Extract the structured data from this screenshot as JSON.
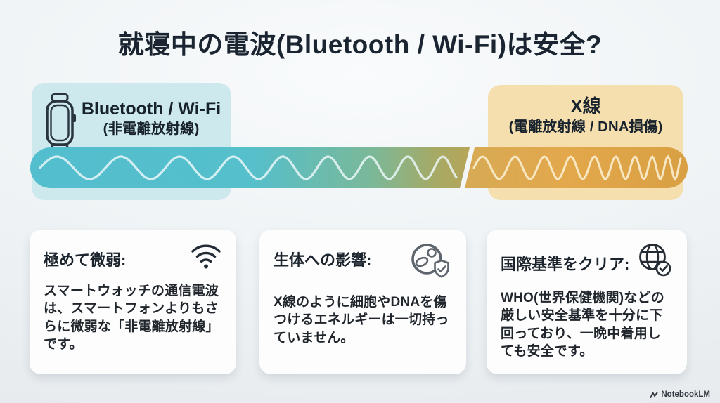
{
  "title": "就寝中の電波(Bluetooth / Wi-Fi)は安全?",
  "spectrum": {
    "left_label": {
      "line1": "Bluetooth / Wi-Fi",
      "line2": "(非電離放射線)",
      "icon": "smartwatch-icon",
      "bg_color": "#cde9ed"
    },
    "right_label": {
      "line1": "X線",
      "line2": "(電離放射線 / DNA損傷)",
      "bg_color": "#f6dfae"
    },
    "band_colors": {
      "teal": "#53bece",
      "olive": "#b6a559",
      "orange": "#e2a74c"
    },
    "wave_color": "#ffffff"
  },
  "cards": [
    {
      "heading": "極めて微弱:",
      "icon": "wifi-icon",
      "body": "スマートウォッチの通信電波は、スマートフォンよりもさらに微弱な「非電離放射線」です。"
    },
    {
      "heading": "生体への影響:",
      "icon": "cell-shield-icon",
      "body": "X線のように細胞やDNAを傷つけるエネルギーは一切持っていません。"
    },
    {
      "heading": "国際基準をクリア:",
      "icon": "globe-check-icon",
      "body": "WHO(世界保健機関)などの厳しい安全基準を十分に下回っており、一晩中着用しても安全です。"
    }
  ],
  "footer": {
    "brand": "NotebookLM"
  }
}
